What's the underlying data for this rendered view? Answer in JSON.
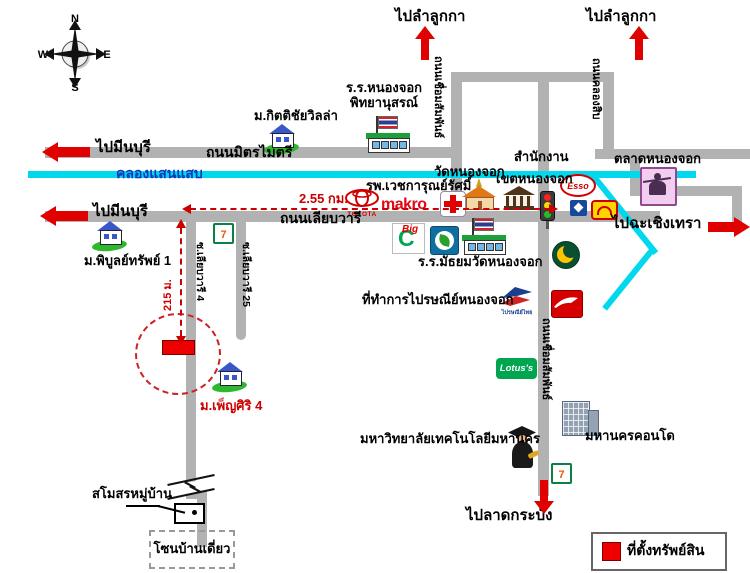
{
  "compass": {
    "n": "N",
    "w": "W",
    "e": "E",
    "s": "S"
  },
  "directions": {
    "lam_luk_ka": "ไปลำลูกกา",
    "min_buri": "ไปมีนบุรี",
    "chachoengsao": "ไปฉะเชิงเทรา",
    "lat_krabang": "ไปลาดกระบัง"
  },
  "roads": {
    "mit_maitri": "ถนนมิตรไมตรี",
    "liap_wari": "ถนนเลียบวารี",
    "chueam_samphan": "ถนนเชื่อมสัมพันธ์",
    "khlong_sip": "ถนนคลองสิบ",
    "soi_liap_wari_4": "ซ.เลียบวารี 4",
    "soi_liap_wari_25": "ซ.เลียบวารี 25"
  },
  "canal": {
    "name": "คลองแสนแสบ"
  },
  "measurements": {
    "to_junction": "2.55 กม.",
    "to_property": "215 ม."
  },
  "places": {
    "kittichai_villa": "ม.กิตติชัยวิลล่า",
    "school_north_line1": "ร.ร.หนองจอก",
    "school_north_line2": "พิทยานุสรณ์",
    "district_office_line1": "สำนักงาน",
    "district_office_line2": "เขตหนองจอก",
    "market": "ตลาดหนองจอก",
    "temple": "วัดหนองจอก",
    "hospital": "รพ.เวชการุณย์รัศมิ์",
    "school_secondary": "ร.ร.มัธยมวัดหนองจอก",
    "post_office": "ที่ทำการไปรษณีย์หนองจอก",
    "university": "มหาวิทยาลัยเทคโนโลยีมหานคร",
    "condo": "มหานครคอนโด",
    "phibun_sap": "ม.พิบูลย์ทรัพย์ 1",
    "pensiri": "ม.เพ็ญศิริ 4",
    "clubhouse": "สโมสรหมู่บ้าน",
    "detached_house_zone": "โซนบ้านเดี่ยว"
  },
  "brands": {
    "toyota": "TOYOTA",
    "makro": "makro",
    "big_c_big": "Big",
    "big_c_c": "C",
    "esso": "Esso",
    "lotus": "Lotus's",
    "seven_eleven": "7",
    "thailand_post": "ไปรษณีย์ไทย"
  },
  "legend": {
    "property_location": "ที่ตั้งทรัพย์สิน"
  },
  "colors": {
    "road": "#b2b2b2",
    "canal": "#00d8ee",
    "arrow": "#e00000",
    "property_marker": "#ee0000",
    "measure": "#cc0000"
  }
}
